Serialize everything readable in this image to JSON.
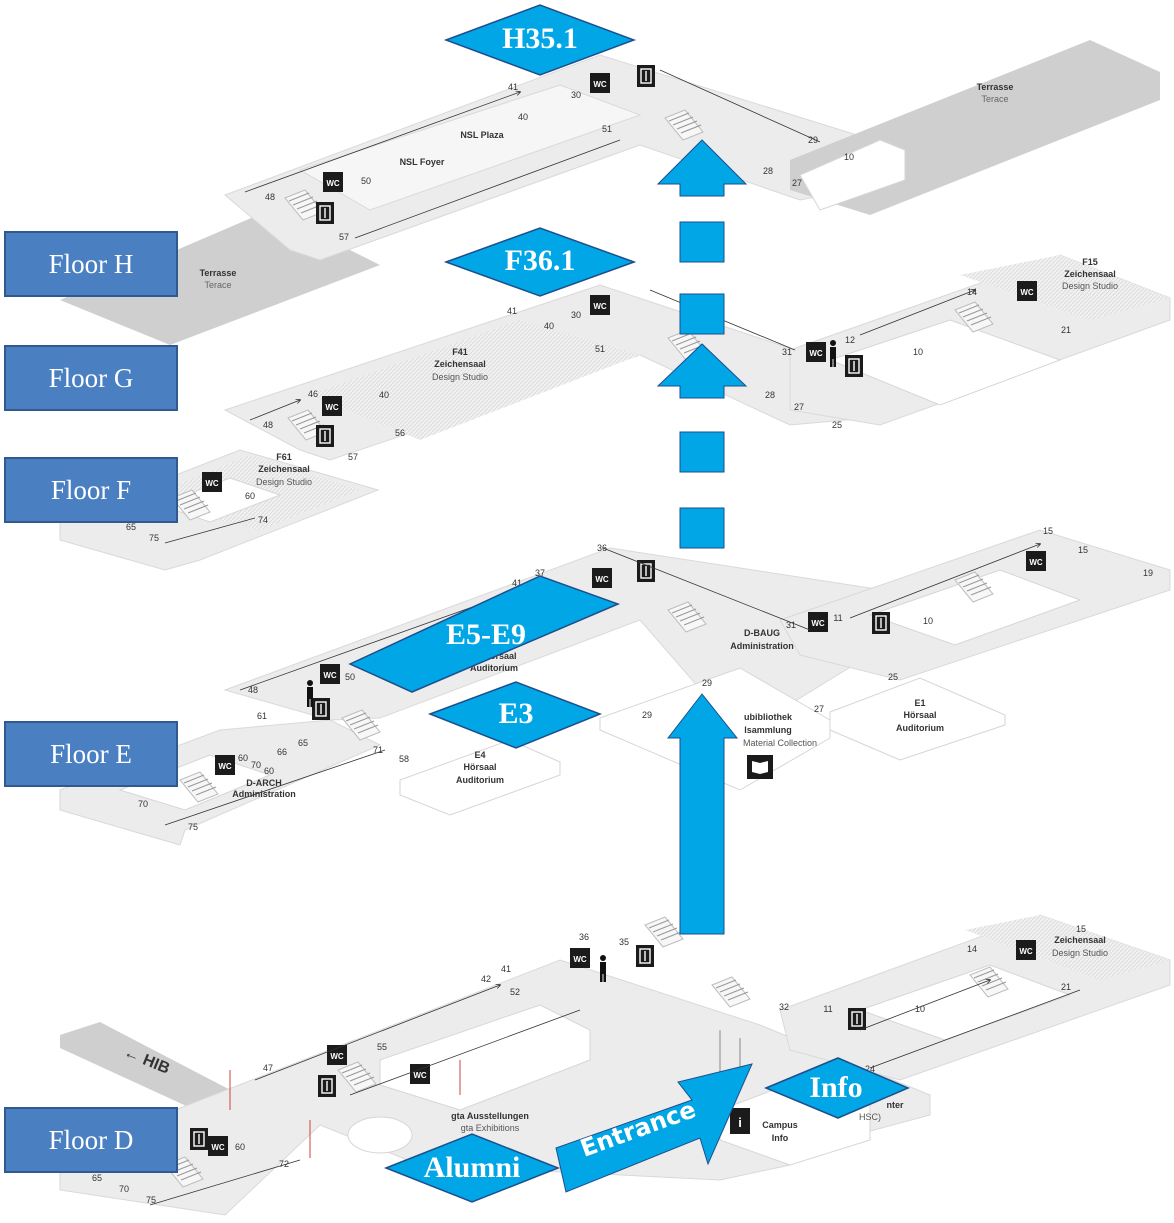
{
  "floors": [
    {
      "id": "H",
      "label": "Floor H"
    },
    {
      "id": "G",
      "label": "Floor G"
    },
    {
      "id": "F",
      "label": "Floor F"
    },
    {
      "id": "E",
      "label": "Floor E"
    },
    {
      "id": "D",
      "label": "Floor D"
    }
  ],
  "destinations": {
    "h35": "H35.1",
    "f36": "F36.1",
    "e5e9": "E5-E9",
    "e3": "E3",
    "info": "Info",
    "alumni": "Alumni",
    "entrance": "Entrance"
  },
  "floor_h": {
    "rooms": {
      "terrasse_right": "Terrasse",
      "terace_right": "Terace",
      "terrasse_left": "Terrasse",
      "terace_left": "Terace",
      "plaza": "NSL Plaza",
      "foyer": "NSL Foyer"
    },
    "numbers": [
      "41",
      "30",
      "40",
      "51",
      "29",
      "10",
      "28",
      "27",
      "48",
      "50",
      "57"
    ]
  },
  "floor_g": {
    "rooms": {
      "f41": "F41",
      "zeichensaal": "Zeichensaal",
      "design": "Design Studio",
      "f15": "F15",
      "zeichensaal2": "Zeichensaal",
      "design2": "Design Studio"
    },
    "numbers": [
      "41",
      "40",
      "30",
      "51",
      "31",
      "28",
      "27",
      "25",
      "12",
      "10",
      "14",
      "21",
      "46",
      "40",
      "48",
      "56",
      "57"
    ]
  },
  "floor_f": {
    "rooms": {
      "f61": "F61",
      "zeichensaal": "Zeichensaal",
      "design": "Design Studio"
    },
    "numbers": [
      "60",
      "74",
      "65",
      "75"
    ]
  },
  "floor_e": {
    "rooms": {
      "dbaug": "D-BAUG",
      "dbaug_admin": "Administration",
      "hoersaal": "Hörsaal",
      "auditorium": "Auditorium",
      "e1": "E1",
      "e1_hoersaal": "Hörsaal",
      "e1_auditorium": "Auditorium",
      "e4": "E4",
      "e4_hoersaal": "Hörsaal",
      "e4_auditorium": "Auditorium",
      "bib1": "ubibliothek",
      "bib2": "lsammlung",
      "bib3": "Material Collection",
      "darch": "D-ARCH",
      "darch_admin": "Administration"
    },
    "numbers": [
      "36",
      "37",
      "41",
      "31",
      "11",
      "15",
      "15",
      "19",
      "10",
      "25",
      "27",
      "29",
      "29",
      "48",
      "50",
      "61",
      "65",
      "71",
      "58",
      "60",
      "70",
      "60",
      "66",
      "70",
      "75"
    ]
  },
  "floor_d": {
    "rooms": {
      "hib": "← HIB",
      "gta": "gta Ausstellungen",
      "gta_en": "gta Exhibitions",
      "campus": "Campus",
      "campus_info": "Info",
      "zeichensaal": "Zeichensaal",
      "design": "Design Studio",
      "hsc": "HSC)",
      "nter": "nter"
    },
    "numbers": [
      "36",
      "35",
      "41",
      "42",
      "52",
      "55",
      "47",
      "32",
      "11",
      "10",
      "14",
      "15",
      "21",
      "24",
      "60",
      "72",
      "65",
      "70",
      "75"
    ]
  },
  "icons": {
    "wc": "WC",
    "info": "i"
  },
  "colors": {
    "accent": "#00a6e6",
    "accent_border": "#1e4e8c",
    "floor_label_bg": "#4a7fc1",
    "plan_floor": "#ececec",
    "plan_terrace": "#cfcfcf",
    "plan_edge": "#d9d9d9"
  }
}
